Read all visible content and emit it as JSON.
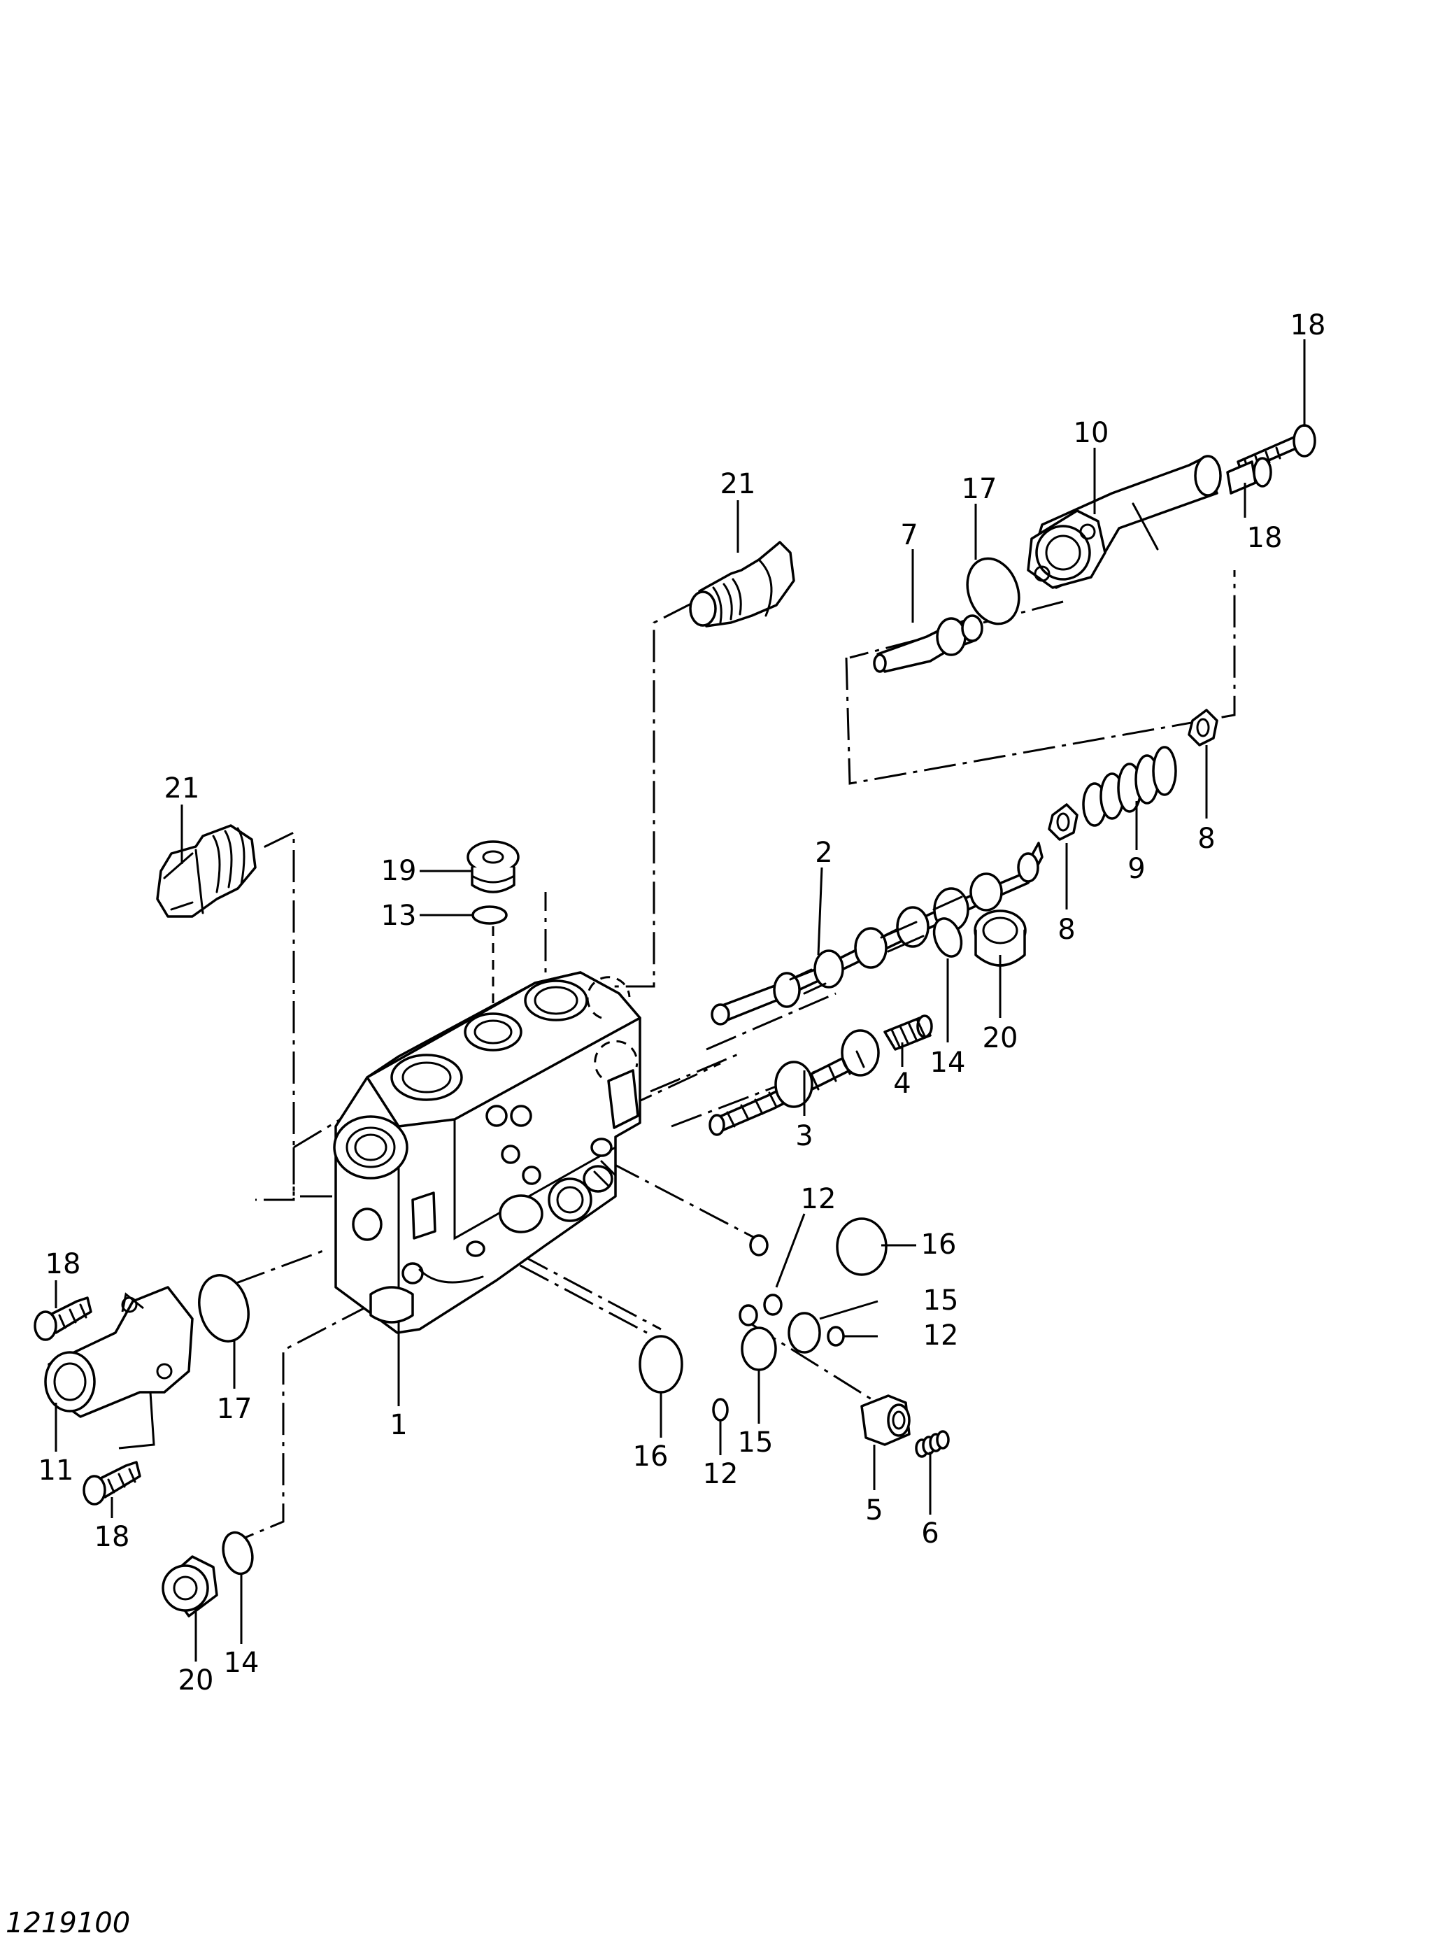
{
  "drawing_code": "1219100",
  "callouts": {
    "c1": "1",
    "c2": "2",
    "c3": "3",
    "c4": "4",
    "c5": "5",
    "c6": "6",
    "c7": "7",
    "c8": "8",
    "c9": "9",
    "c10": "10",
    "c11": "11",
    "c12": "12",
    "c13": "13",
    "c14": "14",
    "c15": "15",
    "c16": "16",
    "c17": "17",
    "c18": "18",
    "c19": "19",
    "c20": "20",
    "c21": "21"
  }
}
